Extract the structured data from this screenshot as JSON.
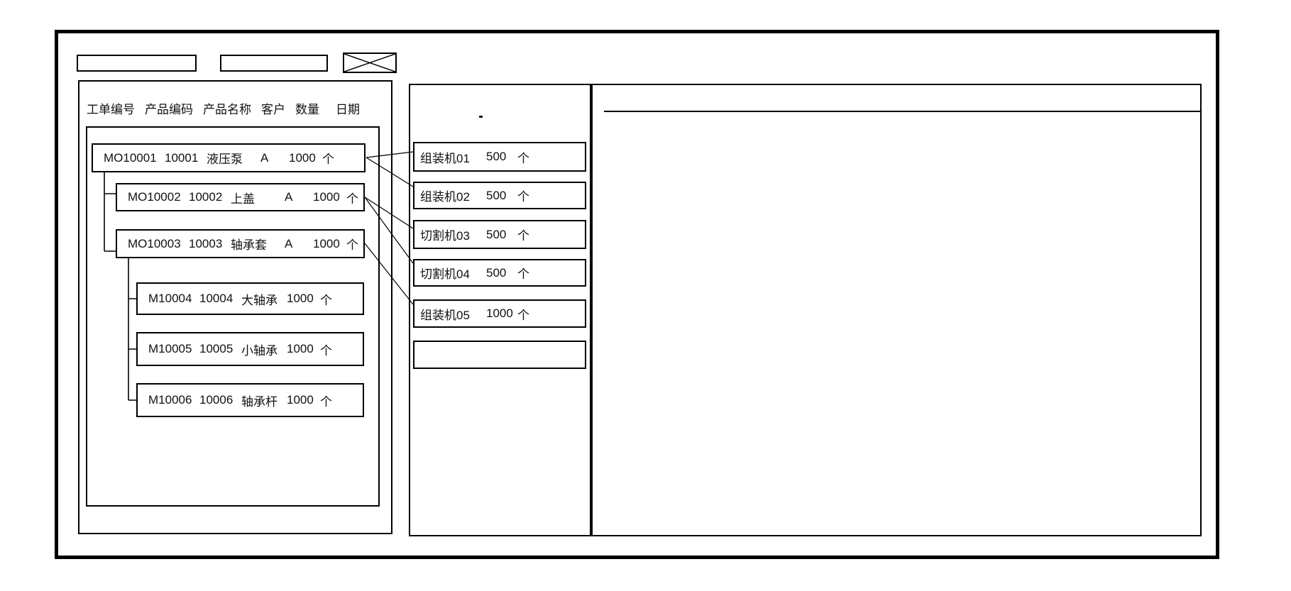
{
  "orders_panel": {
    "columns": [
      "工单编号",
      "产品编码",
      "产品名称",
      "客户",
      "数量",
      "日期"
    ],
    "work_orders": [
      {
        "id": "MO10001",
        "product_code": "10001",
        "product_name": "液压泵",
        "customer": "A",
        "qty": "1000",
        "unit": "个"
      },
      {
        "id": "MO10002",
        "product_code": "10002",
        "product_name": "上盖",
        "customer": "A",
        "qty": "1000",
        "unit": "个"
      },
      {
        "id": "MO10003",
        "product_code": "10003",
        "product_name": "轴承套",
        "customer": "A",
        "qty": "1000",
        "unit": "个"
      },
      {
        "id": "M10004",
        "product_code": "10004",
        "product_name": "大轴承",
        "customer": "",
        "qty": "1000",
        "unit": "个"
      },
      {
        "id": "M10005",
        "product_code": "10005",
        "product_name": "小轴承",
        "customer": "",
        "qty": "1000",
        "unit": "个"
      },
      {
        "id": "M10006",
        "product_code": "10006",
        "product_name": "轴承杆",
        "customer": "",
        "qty": "1000",
        "unit": "个"
      }
    ]
  },
  "machines_panel": {
    "stray_mark": ".",
    "machines": [
      {
        "name": "组装机01",
        "qty": "500",
        "unit": "个"
      },
      {
        "name": "组装机02",
        "qty": "500",
        "unit": "个"
      },
      {
        "name": "切割机03",
        "qty": "500",
        "unit": "个"
      },
      {
        "name": "切割机04",
        "qty": "500",
        "unit": "个"
      },
      {
        "name": "组装机05",
        "qty": "1000",
        "unit": "个"
      },
      {
        "name": "",
        "qty": "",
        "unit": ""
      }
    ]
  },
  "relations": [
    {
      "from": "MO10001",
      "to": "组装机01"
    },
    {
      "from": "MO10001",
      "to": "组装机02"
    },
    {
      "from": "MO10002",
      "to": "切割机03"
    },
    {
      "from": "MO10002",
      "to": "切割机04"
    },
    {
      "from": "MO10003",
      "to": "组装机05"
    }
  ],
  "toolbar": {
    "field1_value": "",
    "field2_value": ""
  },
  "colors": {
    "line": "#000000",
    "background": "#ffffff"
  }
}
